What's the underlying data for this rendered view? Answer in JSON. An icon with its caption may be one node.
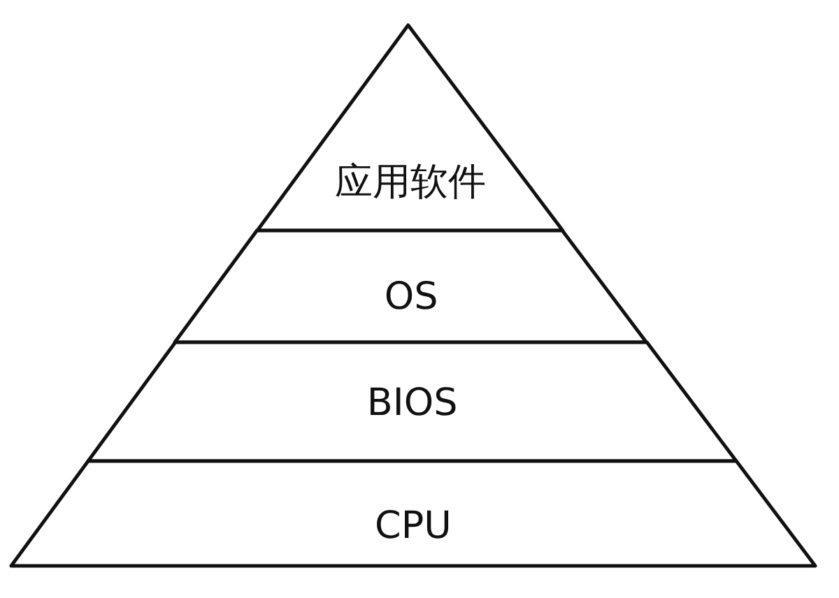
{
  "diagram": {
    "nodes": [
      {
        "text": [
          "应用软件"
        ]
      },
      {
        "text": [
          "OS"
        ]
      },
      {
        "text": [
          "BIOS"
        ]
      },
      {
        "text": [
          "CPU"
        ]
      }
    ]
  }
}
